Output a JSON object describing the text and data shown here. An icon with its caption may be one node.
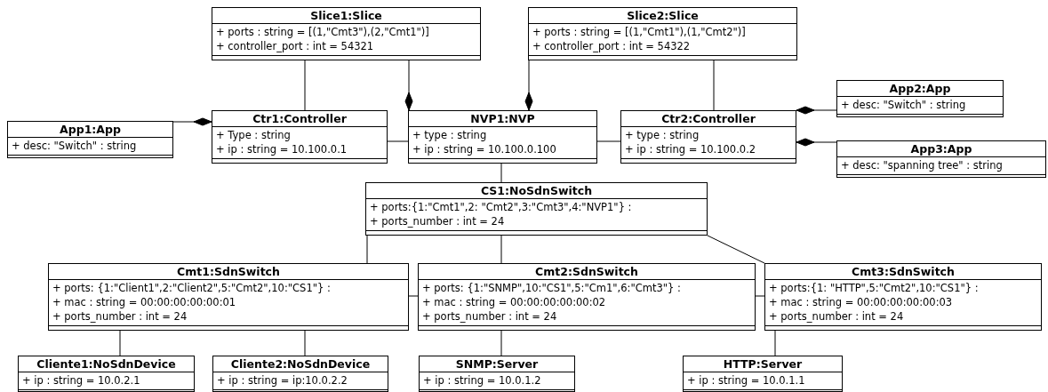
{
  "diagram": {
    "nodes": [
      {
        "text": [
          "Slice1:Slice",
          "+ ports : string = [(1,\"Cmt3\"),(2,\"Cmt1\")]",
          "+ controller_port : int = 54321"
        ]
      },
      {
        "text": [
          "Slice2:Slice",
          "+ ports : string = [(1,\"Cmt1\"),(1,\"Cmt2\")]",
          "+ controller_port : int = 54322"
        ]
      },
      {
        "text": [
          "App2:App",
          "+ desc: \"Switch\" : string"
        ]
      },
      {
        "text": [
          "App1:App",
          "+ desc: \"Switch\" : string"
        ]
      },
      {
        "text": [
          "Ctr1:Controller",
          "+ Type : string",
          "+ ip : string = 10.100.0.1"
        ]
      },
      {
        "text": [
          "NVP1:NVP",
          "+ type : string",
          "+ ip : string = 10.100.0.100"
        ]
      },
      {
        "text": [
          "Ctr2:Controller",
          "+ type : string",
          "+ ip : string = 10.100.0.2"
        ]
      },
      {
        "text": [
          "App3:App",
          "+ desc: \"spanning tree\" : string"
        ]
      },
      {
        "text": [
          "CS1:NoSdnSwitch",
          "+ ports:{1:\"Cmt1\",2: \"Cmt2\",3:\"Cmt3\",4:\"NVP1\"} :",
          "+ ports_number : int = 24"
        ]
      },
      {
        "text": [
          "Cmt1:SdnSwitch",
          "+ ports: {1:\"Client1\",2:\"Client2\",5:\"Cmt2\",10:\"CS1\"} :",
          "+ mac : string = 00:00:00:00:00:01",
          "+ ports_number : int = 24"
        ]
      },
      {
        "text": [
          "Cmt2:SdnSwitch",
          "+ ports: {1:\"SNMP\",10:\"CS1\",5:\"Cm1\",6:\"Cmt3\"} :",
          "+ mac : string = 00:00:00:00:00:02",
          "+ ports_number : int = 24"
        ]
      },
      {
        "text": [
          "Cmt3:SdnSwitch",
          "+ ports:{1: \"HTTP\",5:\"Cmt2\",10:\"CS1\"} :",
          "+ mac : string = 00:00:00:00:00:03",
          "+ ports_number : int = 24"
        ]
      },
      {
        "text": [
          "Cliente1:NoSdnDevice",
          "+ ip : string = 10.0.2.1"
        ]
      },
      {
        "text": [
          "Cliente2:NoSdnDevice",
          "+ ip : string = ip:10.0.2.2"
        ]
      },
      {
        "text": [
          "SNMP:Server",
          "+ ip : string = 10.0.1.2"
        ]
      },
      {
        "text": [
          "HTTP:Server",
          "+ ip : string = 10.0.1.1"
        ]
      }
    ],
    "edges": [
      {
        "from": 0,
        "to": 4,
        "arrow": "none"
      },
      {
        "from": 0,
        "to": 5,
        "arrow": "other"
      },
      {
        "from": 1,
        "to": 5,
        "arrow": "other"
      },
      {
        "from": 1,
        "to": 6,
        "arrow": "none"
      },
      {
        "from": 3,
        "to": 4,
        "arrow": "other"
      },
      {
        "from": 4,
        "to": 5,
        "arrow": "none"
      },
      {
        "from": 5,
        "to": 6,
        "arrow": "none"
      },
      {
        "from": 2,
        "to": 6,
        "arrow": "other"
      },
      {
        "from": 7,
        "to": 6,
        "arrow": "other"
      },
      {
        "from": 5,
        "to": 8,
        "arrow": "none"
      },
      {
        "from": 8,
        "to": 9,
        "arrow": "none"
      },
      {
        "from": 8,
        "to": 10,
        "arrow": "none"
      },
      {
        "from": 8,
        "to": 11,
        "arrow": "none"
      },
      {
        "from": 9,
        "to": 10,
        "arrow": "none"
      },
      {
        "from": 10,
        "to": 11,
        "arrow": "none"
      },
      {
        "from": 9,
        "to": 12,
        "arrow": "none"
      },
      {
        "from": 9,
        "to": 13,
        "arrow": "none"
      },
      {
        "from": 10,
        "to": 14,
        "arrow": "none"
      },
      {
        "from": 11,
        "to": 15,
        "arrow": "none"
      }
    ]
  }
}
